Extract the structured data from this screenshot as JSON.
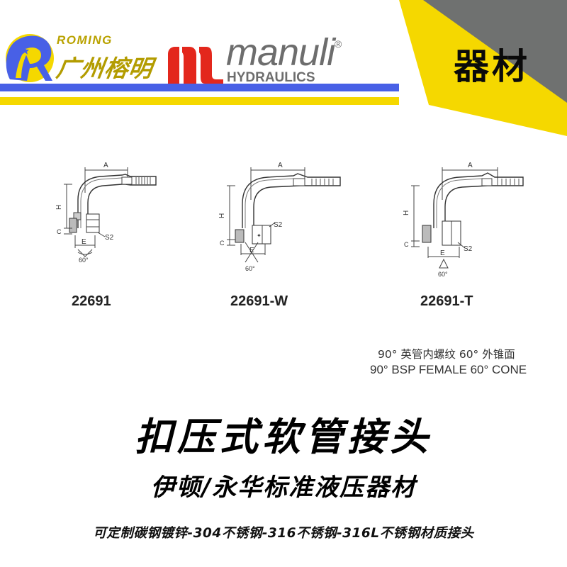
{
  "header": {
    "brand_roming": {
      "latin": "ROMING",
      "chinese": "广州榕明",
      "colors": {
        "blue": "#4860e6",
        "yellow": "#f5d800",
        "text": "#b39c00"
      }
    },
    "brand_manuli": {
      "name": "manuli",
      "registered": "®",
      "subtitle": "HYDRAULICS",
      "colors": {
        "mark": "#e3271c",
        "text": "#6d6d6d"
      }
    },
    "corner_badge": {
      "label": "器材",
      "colors": {
        "gray": "#6f7170",
        "yellow": "#f5d800"
      }
    },
    "stripes": {
      "blue": "#4860e6",
      "yellow": "#f5d800"
    }
  },
  "products": [
    {
      "code": "22691",
      "labels": {
        "a": "A",
        "h": "H",
        "c": "C",
        "e": "E",
        "s2": "S2",
        "angle": "60°"
      }
    },
    {
      "code": "22691-W",
      "labels": {
        "a": "A",
        "h": "H",
        "c": "C",
        "e": "E",
        "s2": "S2",
        "angle": "60°"
      }
    },
    {
      "code": "22691-T",
      "labels": {
        "a": "A",
        "h": "H",
        "c": "C",
        "e": "E",
        "s2": "S2",
        "angle": "60°"
      }
    }
  ],
  "spec": {
    "chinese": "90° 英管内螺纹 60° 外锥面",
    "english": "90° BSP FEMALE 60° CONE"
  },
  "titles": {
    "main": "扣压式软管接头",
    "sub": "伊顿/永华标准液压器材",
    "note": "可定制碳钢镀锌-304不锈钢-316不锈钢-316L不锈钢材质接头"
  }
}
